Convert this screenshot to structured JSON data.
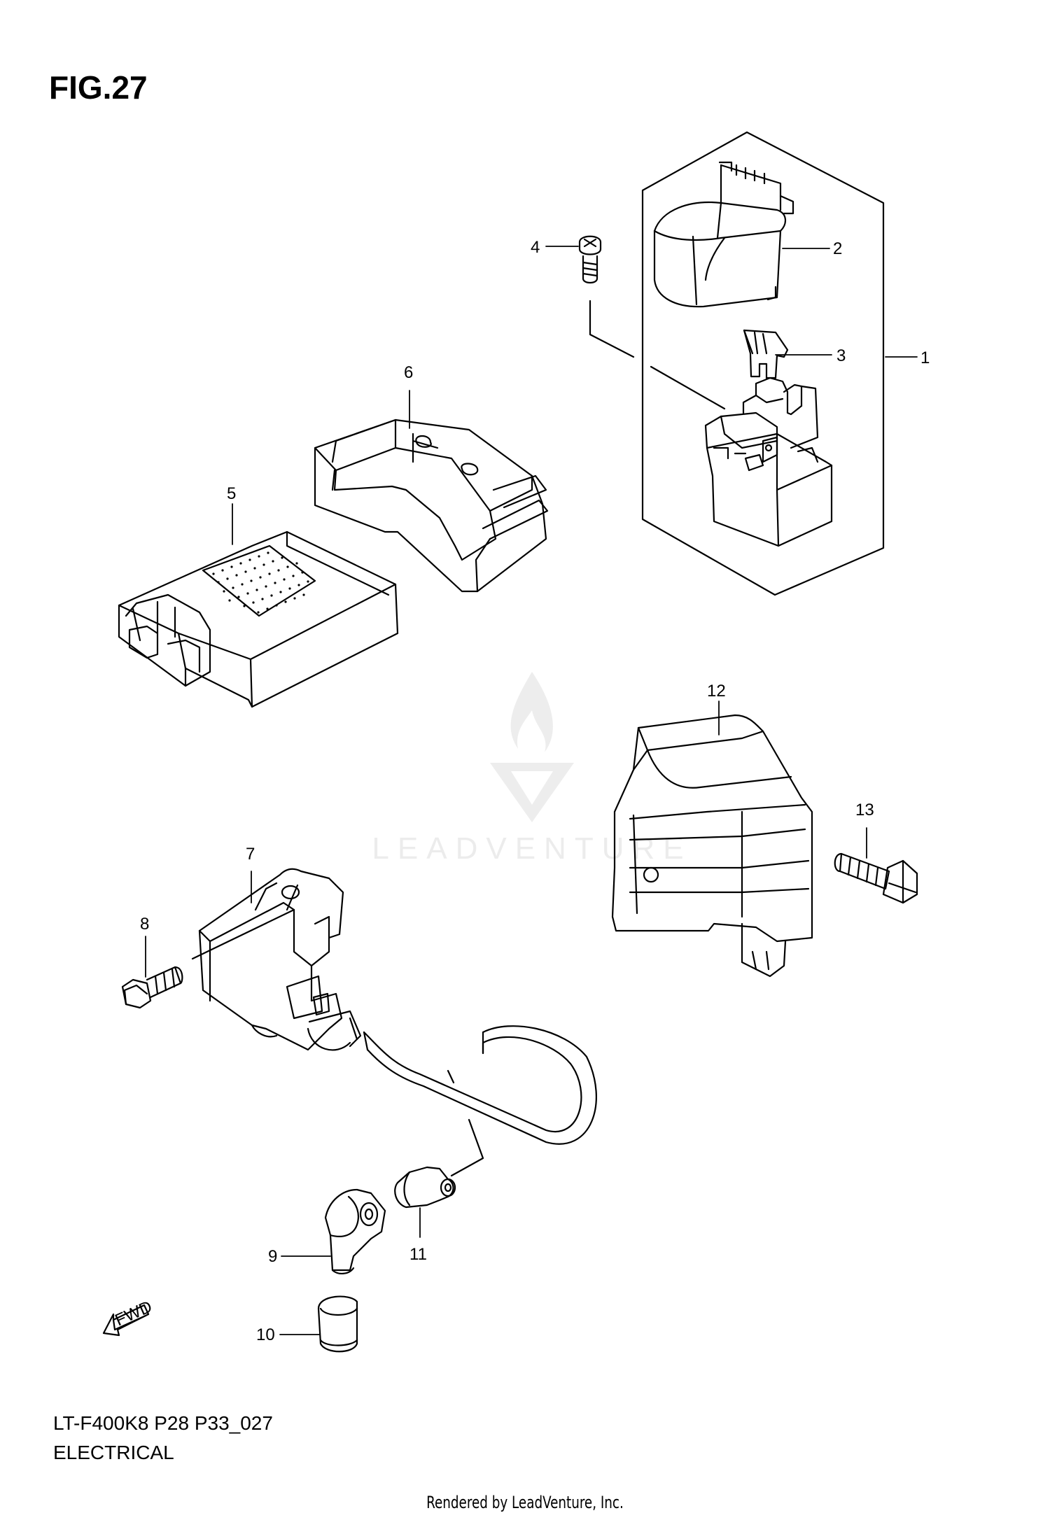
{
  "figure": {
    "title": "FIG.27",
    "model_code": "LT-F400K8 P28 P33_027",
    "section": "ELECTRICAL"
  },
  "watermark": {
    "text": "LEADVENTURE",
    "icon": "flame-v-logo-icon"
  },
  "footer": {
    "rendered_by": "Rendered by LeadVenture, Inc."
  },
  "callouts": [
    {
      "id": "1",
      "label": "1"
    },
    {
      "id": "2",
      "label": "2"
    },
    {
      "id": "3",
      "label": "3"
    },
    {
      "id": "4",
      "label": "4"
    },
    {
      "id": "5",
      "label": "5"
    },
    {
      "id": "6",
      "label": "6"
    },
    {
      "id": "7",
      "label": "7"
    },
    {
      "id": "8",
      "label": "8"
    },
    {
      "id": "9",
      "label": "9"
    },
    {
      "id": "10",
      "label": "10"
    },
    {
      "id": "11",
      "label": "11"
    },
    {
      "id": "12",
      "label": "12"
    },
    {
      "id": "13",
      "label": "13"
    }
  ],
  "fwd_marker": {
    "label": "FWD",
    "icon": "fwd-arrow-icon"
  }
}
